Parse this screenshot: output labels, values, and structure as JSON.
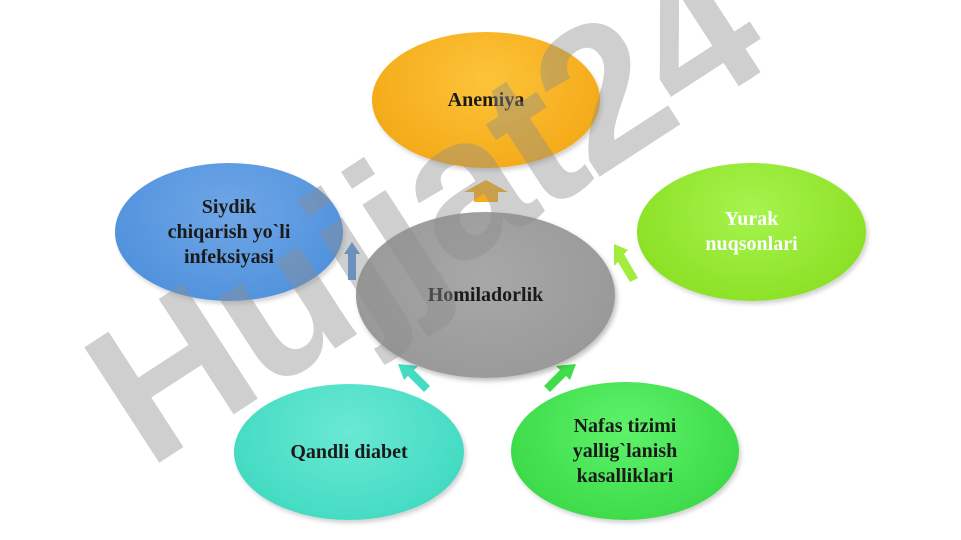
{
  "center": {
    "label": "Homiladorlik",
    "color": "#9a9a9a"
  },
  "nodes": [
    {
      "id": "anemiya",
      "lines": [
        "Anemiya"
      ],
      "color": "#f5ac1b"
    },
    {
      "id": "yurak",
      "lines": [
        "Yurak",
        "nuqsonlari"
      ],
      "color": "#8ee228"
    },
    {
      "id": "nafas",
      "lines": [
        "Nafas tizimi",
        "yallig`lanish",
        "kasalliklari"
      ],
      "color": "#3fdc4c"
    },
    {
      "id": "qandli",
      "lines": [
        "Qandli diabet"
      ],
      "color": "#46dcc4"
    },
    {
      "id": "siydik",
      "lines": [
        "Siydik",
        "chiqarish yo`li",
        "infeksiyasi"
      ],
      "color": "#5394de"
    }
  ],
  "watermark": {
    "text": "Hujjat24"
  }
}
